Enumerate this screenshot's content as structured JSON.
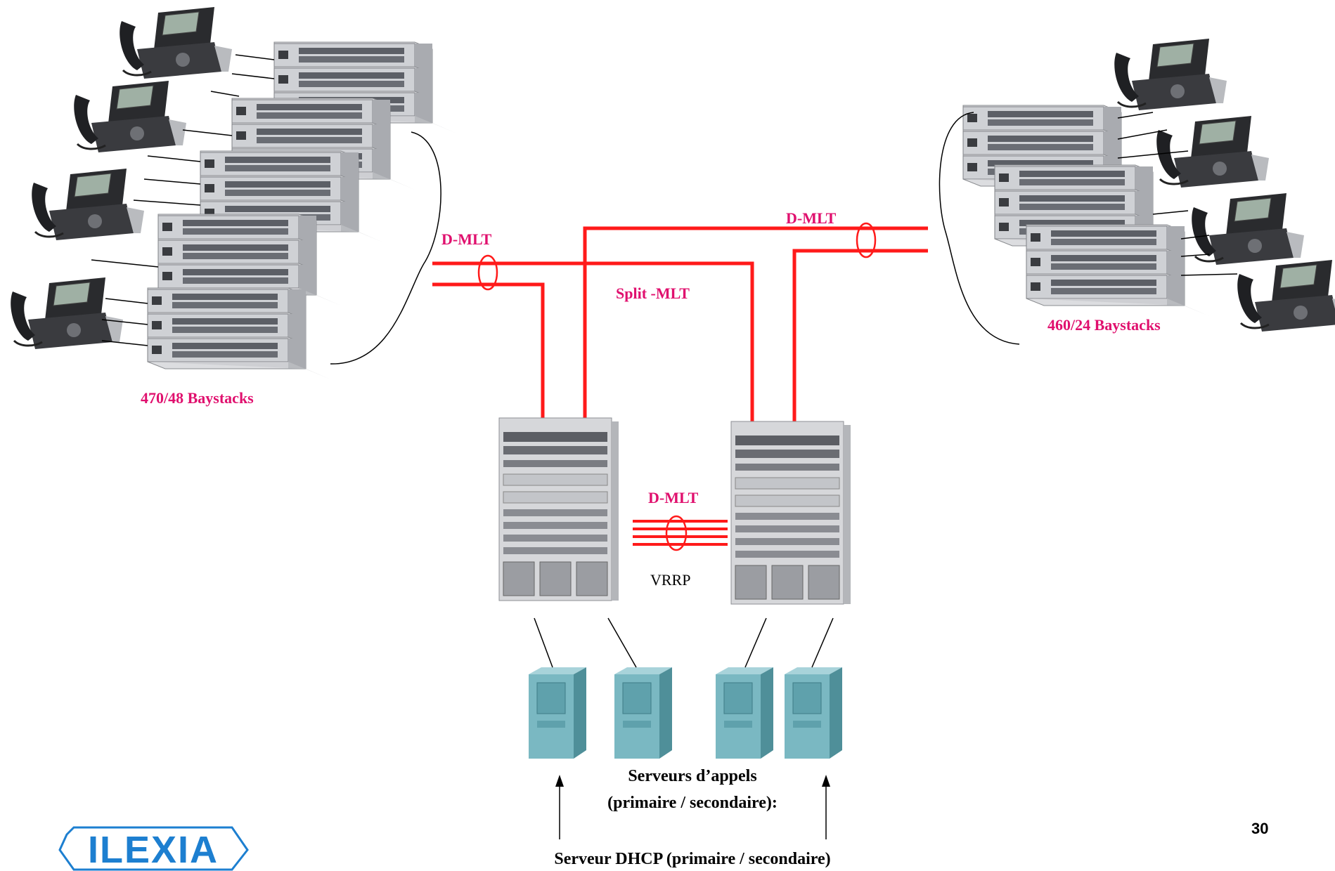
{
  "labels": {
    "dmlt_left": "D-MLT",
    "dmlt_right": "D-MLT",
    "dmlt_center": "D-MLT",
    "split_mlt": "Split -MLT",
    "vrrp": "VRRP",
    "baystacks_left": "470/48 Baystacks",
    "baystacks_right": "460/24 Baystacks",
    "call_servers_line1": "Serveurs d’appels",
    "call_servers_line2": "(primaire / secondaire):",
    "dhcp_server": "Serveur DHCP (primaire / secondaire)",
    "page_number": "30",
    "logo": "ILEXIA"
  },
  "colors": {
    "link_red": "#ff1a1a",
    "label_magenta": "#e0106e",
    "logo_blue": "#1d7fd0",
    "server_teal": "#7ab8c2"
  },
  "icons": {
    "phone": "ip-phone-icon",
    "switch_stack": "baystack-switch-icon",
    "core_switch": "chassis-switch-icon",
    "server": "tower-server-icon"
  }
}
